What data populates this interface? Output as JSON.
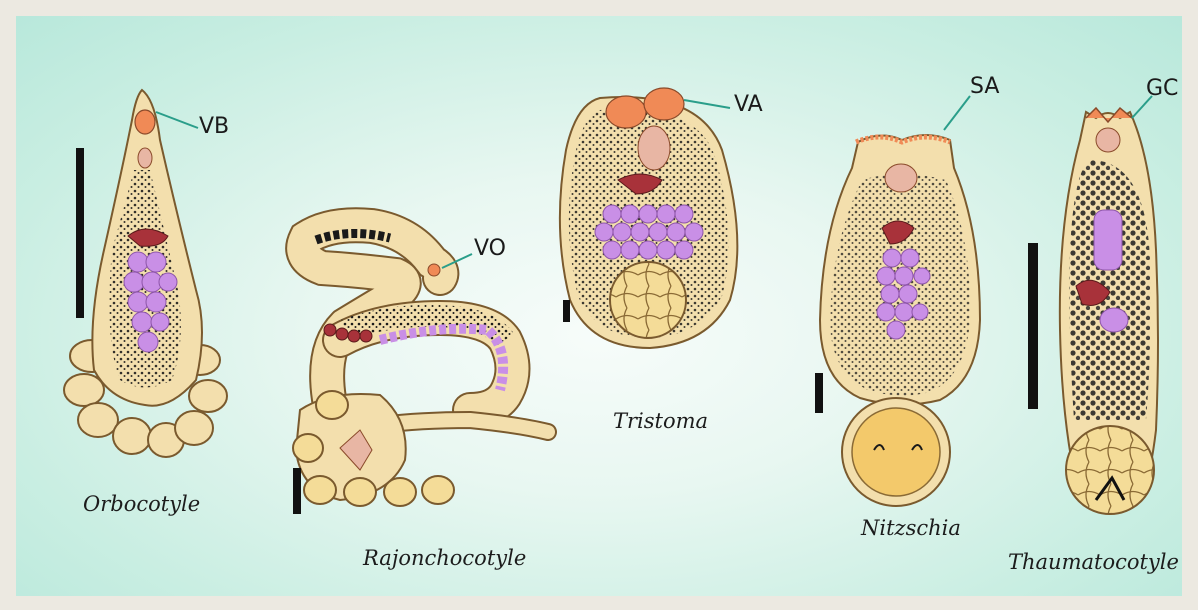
{
  "species": [
    {
      "name": "Orbocotyle",
      "label": "VB"
    },
    {
      "name": "Rajonchocotyle",
      "label": "VO"
    },
    {
      "name": "Tristoma",
      "label": "VA"
    },
    {
      "name": "Nitzschia",
      "label": "SA"
    },
    {
      "name": "Thaumatocotyle",
      "label": "GC"
    }
  ],
  "colors": {
    "body": "#f3dfad",
    "outline": "#7a5a2e",
    "vitellaria": "#1a1a1a",
    "testes": "#c98fe6",
    "ovary": "#a8323a",
    "pink_organ": "#e8b6a4",
    "sucker": "#f08a56",
    "leader": "#2a9e8a"
  }
}
